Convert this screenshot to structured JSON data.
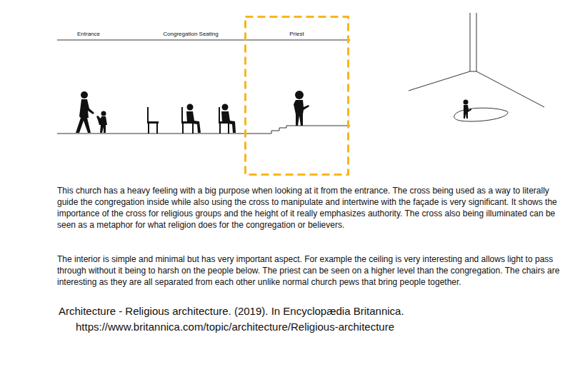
{
  "diagram": {
    "nodes": [
      {
        "text": [
          "Priest"
        ]
      }
    ],
    "labels": [
      "Entrance",
      "Congregation Seating",
      "This church has a heavy feeling with a big purpose when looking at it from the entrance. The cross being used as a way to literally guide the congregation inside while also using the cross to manipulate and intertwine with the façade is very significant. It shows the importance of the cross for religious groups and the height of it really emphasizes authority. The cross also being illuminated can be seen as a metaphor for what religion does for the congregation or believers.",
      "The interior is simple and minimal but has very important aspect. For example the ceiling is very interesting and allows light to pass through without it being to harsh on the people below. The priest can be seen on a higher level than the congregation. The chairs are interesting as they are all separated from each other unlike normal church pews that bring people together.",
      "Architecture - Religious architecture. (2019). In Encyclopædia Britannica. https://www.britannica.com/topic/architecture/Religious-architecture"
    ]
  }
}
